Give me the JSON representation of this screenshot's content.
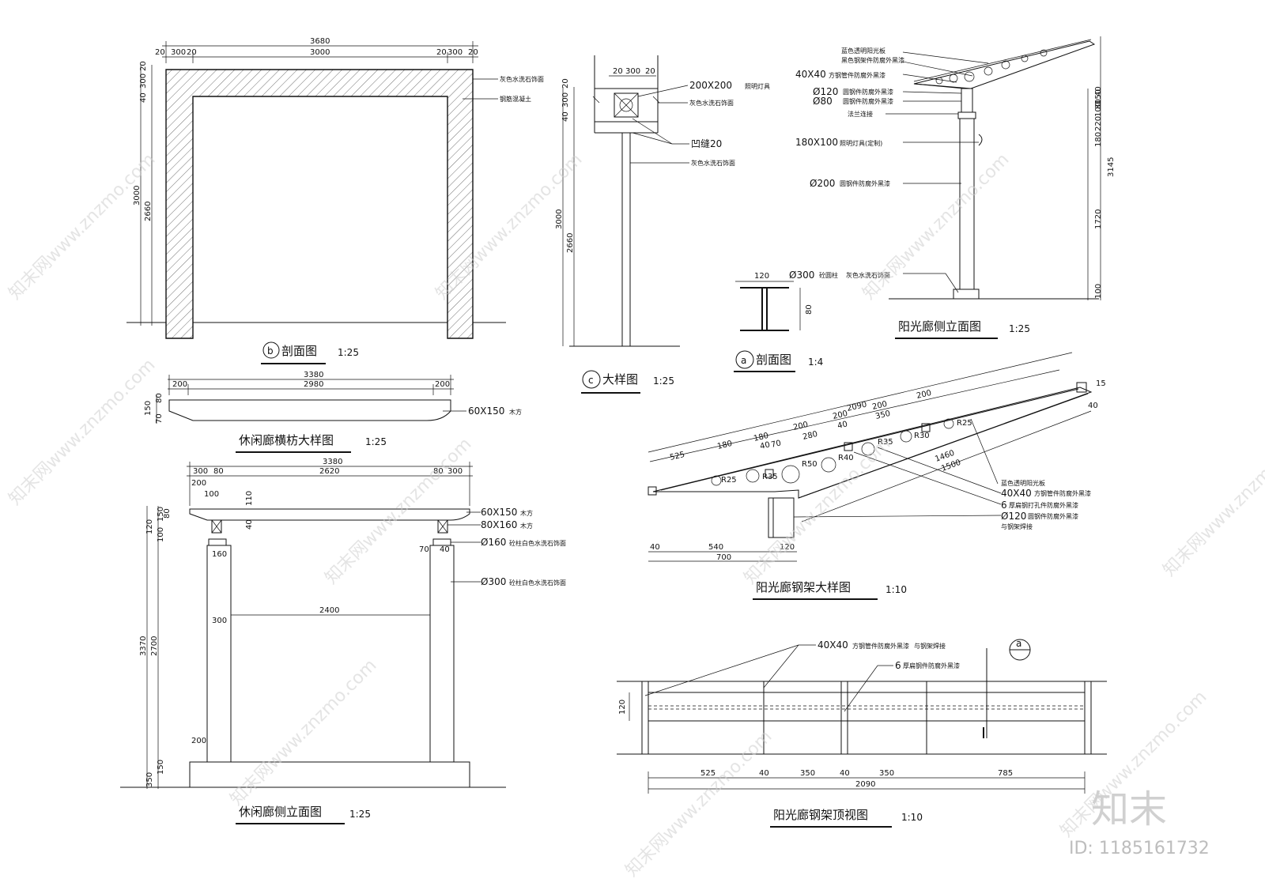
{
  "drawings": {
    "sec_b": {
      "title": "剖面图",
      "marker": "b",
      "scale": "1:25",
      "dims_top": [
        "3680",
        "20",
        "300",
        "20",
        "3000",
        "20",
        "300",
        "20"
      ],
      "dims_left": [
        "20",
        "300",
        "40",
        "3000",
        "2660"
      ],
      "labels": [
        "灰色水洗石饰面",
        "钢筋混凝土"
      ]
    },
    "detail_c": {
      "title": "大样图",
      "marker": "c",
      "scale": "1:25",
      "dims_top": [
        "20",
        "300",
        "20"
      ],
      "dims_left": [
        "20",
        "300",
        "40",
        "3000",
        "2660"
      ],
      "labels": [
        "200X200",
        "照明灯具",
        "灰色水洗石饰面",
        "凹缝20",
        "灰色水洗石饰面"
      ]
    },
    "sec_a": {
      "title": "剖面图",
      "marker": "a",
      "scale": "1:4",
      "dims": [
        "120",
        "80"
      ],
      "label_main": "Ø300",
      "label_a": "砼圆柱",
      "label_b": "灰色水洗石饰面"
    },
    "side_elev": {
      "title": "阳光廊侧立面图",
      "scale": "1:25",
      "labels": [
        {
          "main": "",
          "sub": "蓝色透明阳光板"
        },
        {
          "main": "",
          "sub": "黑色钢架件防腐外黑漆"
        },
        {
          "main": "40X40",
          "sub": "方钢管件防腐外黑漆"
        },
        {
          "main": "Ø120",
          "sub": "圆钢件防腐外黑漆"
        },
        {
          "main": "Ø80",
          "sub": "圆钢件防腐外黑漆"
        },
        {
          "main": "",
          "sub": "法兰连接"
        },
        {
          "main": "180X100",
          "sub": "照明灯具(定制)"
        },
        {
          "main": "Ø200",
          "sub": "圆钢件防腐外黑漆"
        }
      ],
      "dims_right": [
        "40",
        "80",
        "180",
        "220",
        "100",
        "150",
        "3145",
        "1720",
        "100"
      ]
    },
    "beam_detail": {
      "title": "休闲廊横枋大样图",
      "scale": "1:25",
      "dims_top": [
        "3380",
        "200",
        "2980",
        "200"
      ],
      "dims_left": [
        "80",
        "150",
        "70"
      ],
      "label_main": "60X150",
      "label_sub": "木方"
    },
    "leisure_side": {
      "title": "休闲廊侧立面图",
      "scale": "1:25",
      "dims_top": [
        "3380",
        "300",
        "80",
        "2620",
        "80",
        "300",
        "200",
        "100"
      ],
      "dims_left": [
        "150",
        "80",
        "120",
        "100",
        "3370",
        "2700",
        "200",
        "150",
        "350"
      ],
      "dims_inner": [
        "110",
        "40",
        "160",
        "70",
        "40",
        "2400",
        "300"
      ],
      "labels": [
        {
          "main": "60X150",
          "sub": "木方"
        },
        {
          "main": "80X160",
          "sub": "木方"
        },
        {
          "main": "Ø160",
          "sub": "砼柱白色水洗石饰面"
        },
        {
          "main": "Ø300",
          "sub": "砼柱白色水洗石饰面"
        }
      ]
    },
    "frame_detail": {
      "title": "阳光廊钢架大样图",
      "scale": "1:10",
      "dims_top": [
        "2090",
        "200",
        "350",
        "200",
        "200",
        "200",
        "280",
        "180",
        "180",
        "525",
        "40",
        "70",
        "40"
      ],
      "radii": [
        "R25",
        "R35",
        "R50",
        "R40",
        "R35",
        "R30",
        "R25"
      ],
      "dims_bottom": [
        "40",
        "540",
        "120",
        "700"
      ],
      "dims_side": [
        "1460",
        "1500",
        "40",
        "15"
      ],
      "labels": [
        {
          "main": "",
          "sub": "蓝色透明阳光板"
        },
        {
          "main": "40X40",
          "sub": "方钢管件防腐外黑漆"
        },
        {
          "main": "6",
          "sub": "厚扁钢打孔件防腐外黑漆"
        },
        {
          "main": "Ø120",
          "sub": "圆钢件防腐外黑漆"
        },
        {
          "main": "",
          "sub": "与钢架焊接"
        }
      ]
    },
    "frame_top": {
      "title": "阳光廊钢架顶视图",
      "scale": "1:10",
      "section_marker": "a",
      "dims_bottom": [
        "525",
        "40",
        "350",
        "40",
        "350",
        "785",
        "2090"
      ],
      "dim_left": "120",
      "labels": [
        {
          "main": "40X40",
          "sub": "方钢管件防腐外黑漆"
        },
        {
          "main": "",
          "sub": "与钢架焊接"
        },
        {
          "main": "6",
          "sub": "厚扁钢件防腐外黑漆"
        }
      ]
    }
  },
  "watermark": {
    "text": "知末网www.znzmo.com",
    "logo": "知末",
    "id": "ID: 1185161732"
  }
}
